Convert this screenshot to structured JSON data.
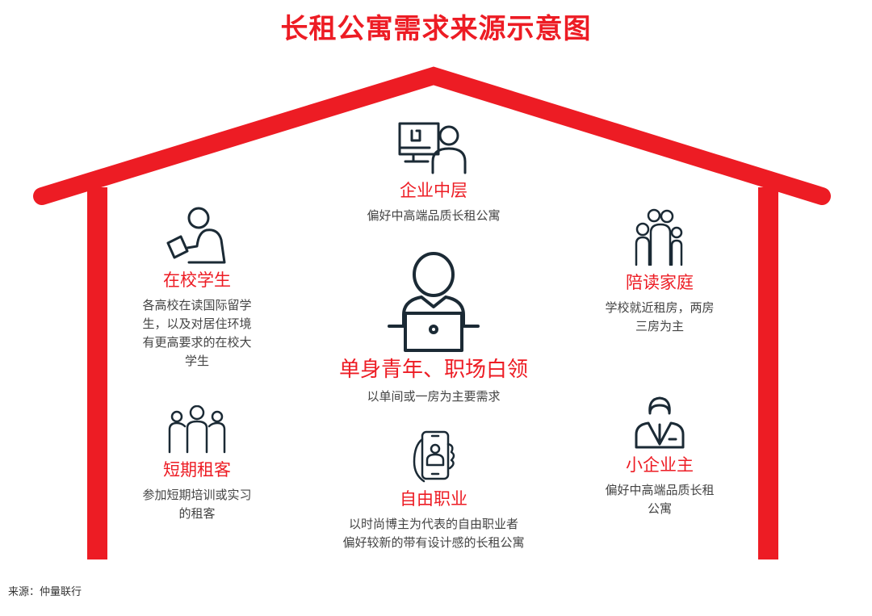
{
  "title": "长租公寓需求来源示意图",
  "colors": {
    "accent": "#ed1c24",
    "text": "#444444",
    "icon": "#1b2a35"
  },
  "segments": {
    "mid_manager": {
      "icon": "desktop-user-icon",
      "title": "企业中层",
      "desc": [
        "偏好中高端品质长租公寓"
      ]
    },
    "student": {
      "icon": "student-tablet-icon",
      "title": "在校学生",
      "desc": [
        "各高校在读国际留学",
        "生，以及对居住环境",
        "有更高要求的在校大",
        "学生"
      ]
    },
    "young_single": {
      "icon": "laptop-user-icon",
      "title": "单身青年、职场白领",
      "desc": [
        "以单间或一房为主要需求"
      ]
    },
    "family": {
      "icon": "family-icon",
      "title": "陪读家庭",
      "desc": [
        "学校就近租房，两房",
        "三房为主"
      ]
    },
    "short_term": {
      "icon": "group-icon",
      "title": "短期租客",
      "desc": [
        "参加短期培训或实习",
        "的租客"
      ]
    },
    "freelancer": {
      "icon": "phone-hand-icon",
      "title": "自由职业",
      "desc": [
        "以时尚博主为代表的自由职业者",
        "偏好较新的带有设计感的长租公寓"
      ]
    },
    "small_business": {
      "icon": "businessman-icon",
      "title": "小企业主",
      "desc": [
        "偏好中高端品质长租",
        "公寓"
      ]
    }
  },
  "source": "来源：仲量联行"
}
